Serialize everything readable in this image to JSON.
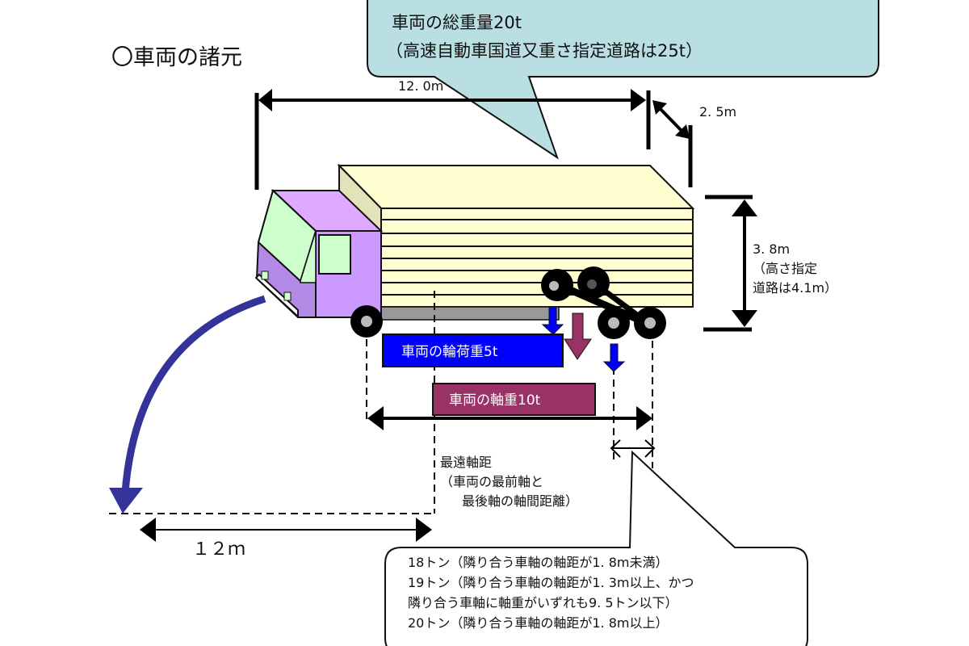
{
  "title": "〇車両の諸元",
  "top_callout": {
    "line1": "車両の総重量20t",
    "line2": "（高速自動車国道又重さ指定道路は25t）"
  },
  "dimensions": {
    "length": "12. 0m",
    "width": "2. 5m",
    "height": "3. 8m",
    "height_note_1": "（高さ指定",
    "height_note_2": "道路は4.1m）",
    "turning_radius": "１２ｍ"
  },
  "labels": {
    "wheel_load": "車両の輪荷重5t",
    "axle_load": "車両の軸重10t",
    "wheelbase_title": "最遠軸距",
    "wheelbase_note_1": "（車両の最前軸と",
    "wheelbase_note_2": "最後軸の軸間距離）"
  },
  "bottom_callout": {
    "lines": [
      "18トン（隣り合う車軸の軸距が1. 8m未満）",
      "19トン（隣り合う車軸の軸距が1. 3m以上、かつ",
      "隣り合う車軸に軸重がいずれも9. 5トン以下）",
      "20トン（隣り合う車軸の軸距が1. 8m以上）"
    ]
  },
  "colors": {
    "callout_fill": "#b9dfe3",
    "cargo_fill": "#ffffd2",
    "cargo_side": "#e4e2b8",
    "cab_fill": "#cc99ff",
    "cab_top": "#ddaaff",
    "window_fill": "#ccffcc",
    "chassis": "#999999",
    "wheel_load_box": "#0000ff",
    "axle_load_box": "#993366",
    "turn_arrow": "#333399"
  }
}
